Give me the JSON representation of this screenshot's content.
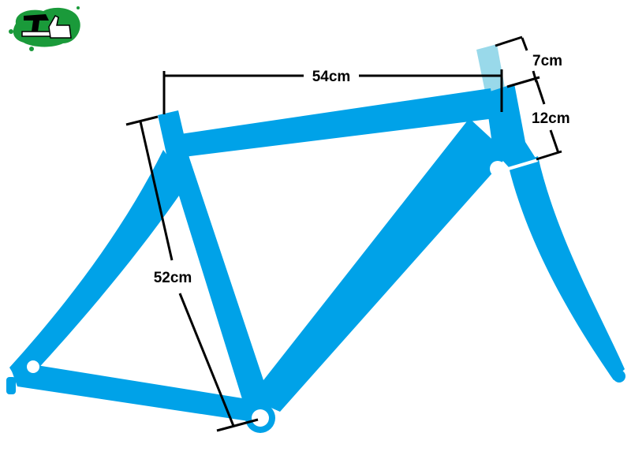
{
  "logo": {
    "name": "bike-logo",
    "color": "#1a9a3a"
  },
  "colors": {
    "frame": "#00a2e8",
    "steerer": "#99d9ea",
    "dimension": "#000000"
  },
  "dimensions": {
    "top_tube": "54cm",
    "seat_tube": "52cm",
    "steerer": "7cm",
    "head_tube": "12cm"
  }
}
